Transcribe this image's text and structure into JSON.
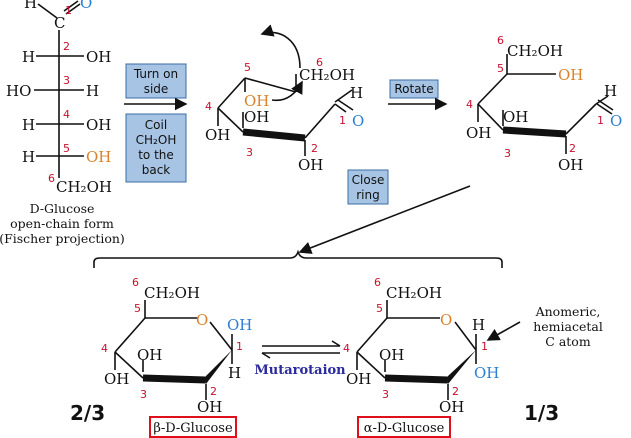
{
  "fischer": {
    "top_h": "H",
    "top_o": "O",
    "c1": "1",
    "c2": "2",
    "c3": "3",
    "c4": "4",
    "c5": "5",
    "c6": "6",
    "r2_left": "H",
    "r2_right": "OH",
    "r3_left": "HO",
    "r3_right": "H",
    "r4_left": "H",
    "r4_right": "OH",
    "r5_left": "H",
    "r5_right": "OH",
    "bottom": "CH₂OH",
    "caption_line1": "D-Glucose",
    "caption_line2": "open-chain form",
    "caption_line3": "(Fischer projection)"
  },
  "steps": {
    "turn_line1": "Turn on",
    "turn_line2": "side",
    "coil_line1": "Coil",
    "coil_line2": "CH₂OH",
    "coil_line3": "to the",
    "coil_line4": "back",
    "rotate": "Rotate",
    "close_line1": "Close",
    "close_line2": "ring"
  },
  "mid1": {
    "ch2oh": "CH₂OH",
    "oh_orange": "OH",
    "oh_upper": "OH",
    "oh_left": "OH",
    "oh_bottom": "OH",
    "h": "H",
    "o": "O",
    "n1": "1",
    "n2": "2",
    "n3": "3",
    "n4": "4",
    "n5": "5",
    "n6": "6"
  },
  "mid2": {
    "ch2oh": "CH₂OH",
    "oh_orange": "OH",
    "oh_upper": "OH",
    "oh_left": "OH",
    "oh_bottom": "OH",
    "h": "H",
    "o": "O",
    "n1": "1",
    "n2": "2",
    "n3": "3",
    "n4": "4",
    "n5": "5",
    "n6": "6"
  },
  "beta": {
    "ch2oh": "CH₂OH",
    "ring_o": "O",
    "oh_anomeric": "OH",
    "h_anomeric": "H",
    "oh_upper": "OH",
    "oh_left": "OH",
    "oh_bottom": "OH",
    "n1": "1",
    "n2": "2",
    "n3": "3",
    "n4": "4",
    "n5": "5",
    "n6": "6",
    "name": "β-D-Glucose",
    "ratio": "2/3"
  },
  "alpha": {
    "ch2oh": "CH₂OH",
    "ring_o": "O",
    "oh_anomeric": "OH",
    "h_anomeric": "H",
    "oh_upper": "OH",
    "oh_left": "OH",
    "oh_bottom": "OH",
    "n1": "1",
    "n2": "2",
    "n3": "3",
    "n4": "4",
    "n5": "5",
    "n6": "6",
    "name": "α-D-Glucose",
    "ratio": "1/3",
    "anomeric_line1": "Anomeric,",
    "anomeric_line2": "hemiacetal",
    "anomeric_line3": "C atom"
  },
  "equilibrium_label": "Mutarotaion",
  "colors": {
    "accent_red": "#c8102e",
    "orange": "#d9822b",
    "blue": "#2a7fd4",
    "step_box": "#a8c4e4",
    "name_box": "#e0101a",
    "mutarotation": "#2a2a9c"
  }
}
